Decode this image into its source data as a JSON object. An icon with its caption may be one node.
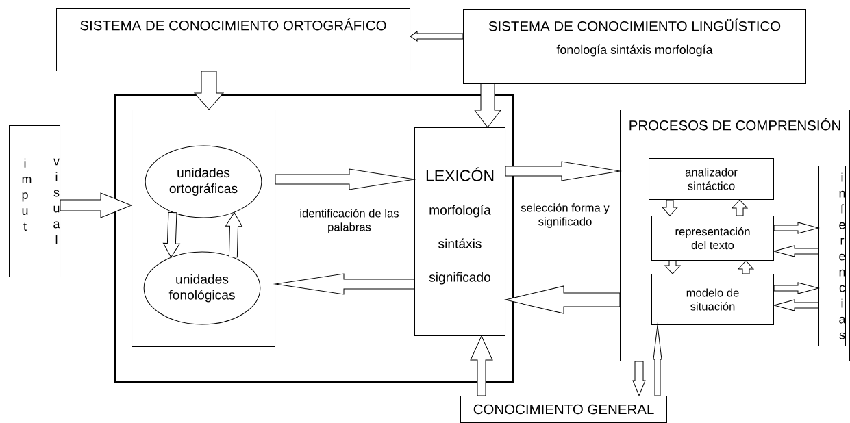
{
  "diagram": {
    "nodes": [
      {
        "text": [
          "SISTEMA DE CONOCIMIENTO ORTOGRÁFICO"
        ]
      },
      {
        "text": [
          "SISTEMA DE CONOCIMIENTO LINGÜÍSTICO",
          "fonología sintáxis morfología"
        ]
      },
      {
        "text": [
          "i m p u t",
          "v i s u a l"
        ]
      },
      {
        "text": [],
        "shape": "box"
      },
      {
        "text": [],
        "shape": "box",
        "in": 3
      },
      {
        "text": [
          "unidades ortográficas"
        ],
        "in": 4
      },
      {
        "text": [
          "unidades fonológicas"
        ],
        "in": 4
      },
      {
        "text": [
          "LEXICÓN",
          "morfología",
          "sintáxis",
          "significado"
        ],
        "in": 3
      },
      {
        "text": [
          "PROCESOS DE COMPRENSIÓN"
        ]
      },
      {
        "text": [
          "analizador sintáctico"
        ],
        "in": 8
      },
      {
        "text": [
          "representación del texto"
        ],
        "in": 8
      },
      {
        "text": [
          "modelo de situación"
        ],
        "in": 8
      },
      {
        "text": [
          "i n f e r e n c i a s"
        ],
        "in": 8
      },
      {
        "text": [
          "CONOCIMIENTO GENERAL"
        ]
      }
    ],
    "edges": [
      {
        "from": 1,
        "to": 0,
        "arrow": "to"
      },
      {
        "from": 0,
        "to": 4,
        "arrow": "to"
      },
      {
        "from": 1,
        "to": 7,
        "arrow": "to"
      },
      {
        "from": 2,
        "to": 4,
        "arrow": "to"
      },
      {
        "from": 4,
        "to": 7,
        "arrow": "to"
      },
      {
        "from": 7,
        "to": 4,
        "arrow": "to"
      },
      {
        "from": 5,
        "to": 6,
        "arrow": "to"
      },
      {
        "from": 6,
        "to": 5,
        "arrow": "to"
      },
      {
        "from": 7,
        "to": 8,
        "arrow": "to"
      },
      {
        "from": 8,
        "to": 7,
        "arrow": "to"
      },
      {
        "from": 13,
        "to": 7,
        "arrow": "to"
      },
      {
        "from": 8,
        "to": 13,
        "arrow": "to"
      },
      {
        "from": 13,
        "to": 11,
        "arrow": "to"
      },
      {
        "from": 9,
        "to": 10,
        "arrow": "to"
      },
      {
        "from": 10,
        "to": 9,
        "arrow": "to"
      },
      {
        "from": 10,
        "to": 11,
        "arrow": "to"
      },
      {
        "from": 11,
        "to": 10,
        "arrow": "to"
      },
      {
        "from": 10,
        "to": 12,
        "arrow": "to"
      },
      {
        "from": 12,
        "to": 10,
        "arrow": "to"
      },
      {
        "from": 11,
        "to": 12,
        "arrow": "to"
      },
      {
        "from": 12,
        "to": 11,
        "arrow": "to"
      }
    ],
    "labels": [
      "identificación de las palabras",
      "selección forma y significado"
    ]
  }
}
